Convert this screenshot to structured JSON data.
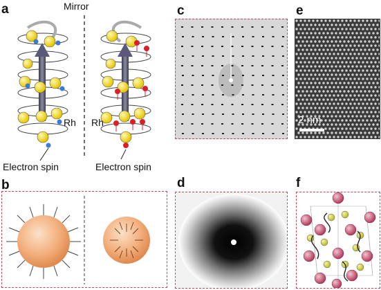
{
  "panels": {
    "a": {
      "label": "a",
      "mirror": "Mirror",
      "rh_left": "Rh",
      "rh_right": "Rh",
      "spin_left": "Electron spin",
      "spin_right": "Electron spin"
    },
    "b": {
      "label": "b"
    },
    "c": {
      "label": "c"
    },
    "d": {
      "label": "d"
    },
    "e": {
      "label": "e",
      "scalebar": "2 nm"
    },
    "f": {
      "label": "f"
    }
  },
  "colors": {
    "frame": "#c9435a",
    "atom": "#f2dc1d",
    "spin_left": "#3a7bd5",
    "spin_right": "#d8202a",
    "sphere": "#f0a674",
    "rh_atom": "#c24a6a",
    "ring_atom": "#c9cf3a"
  }
}
